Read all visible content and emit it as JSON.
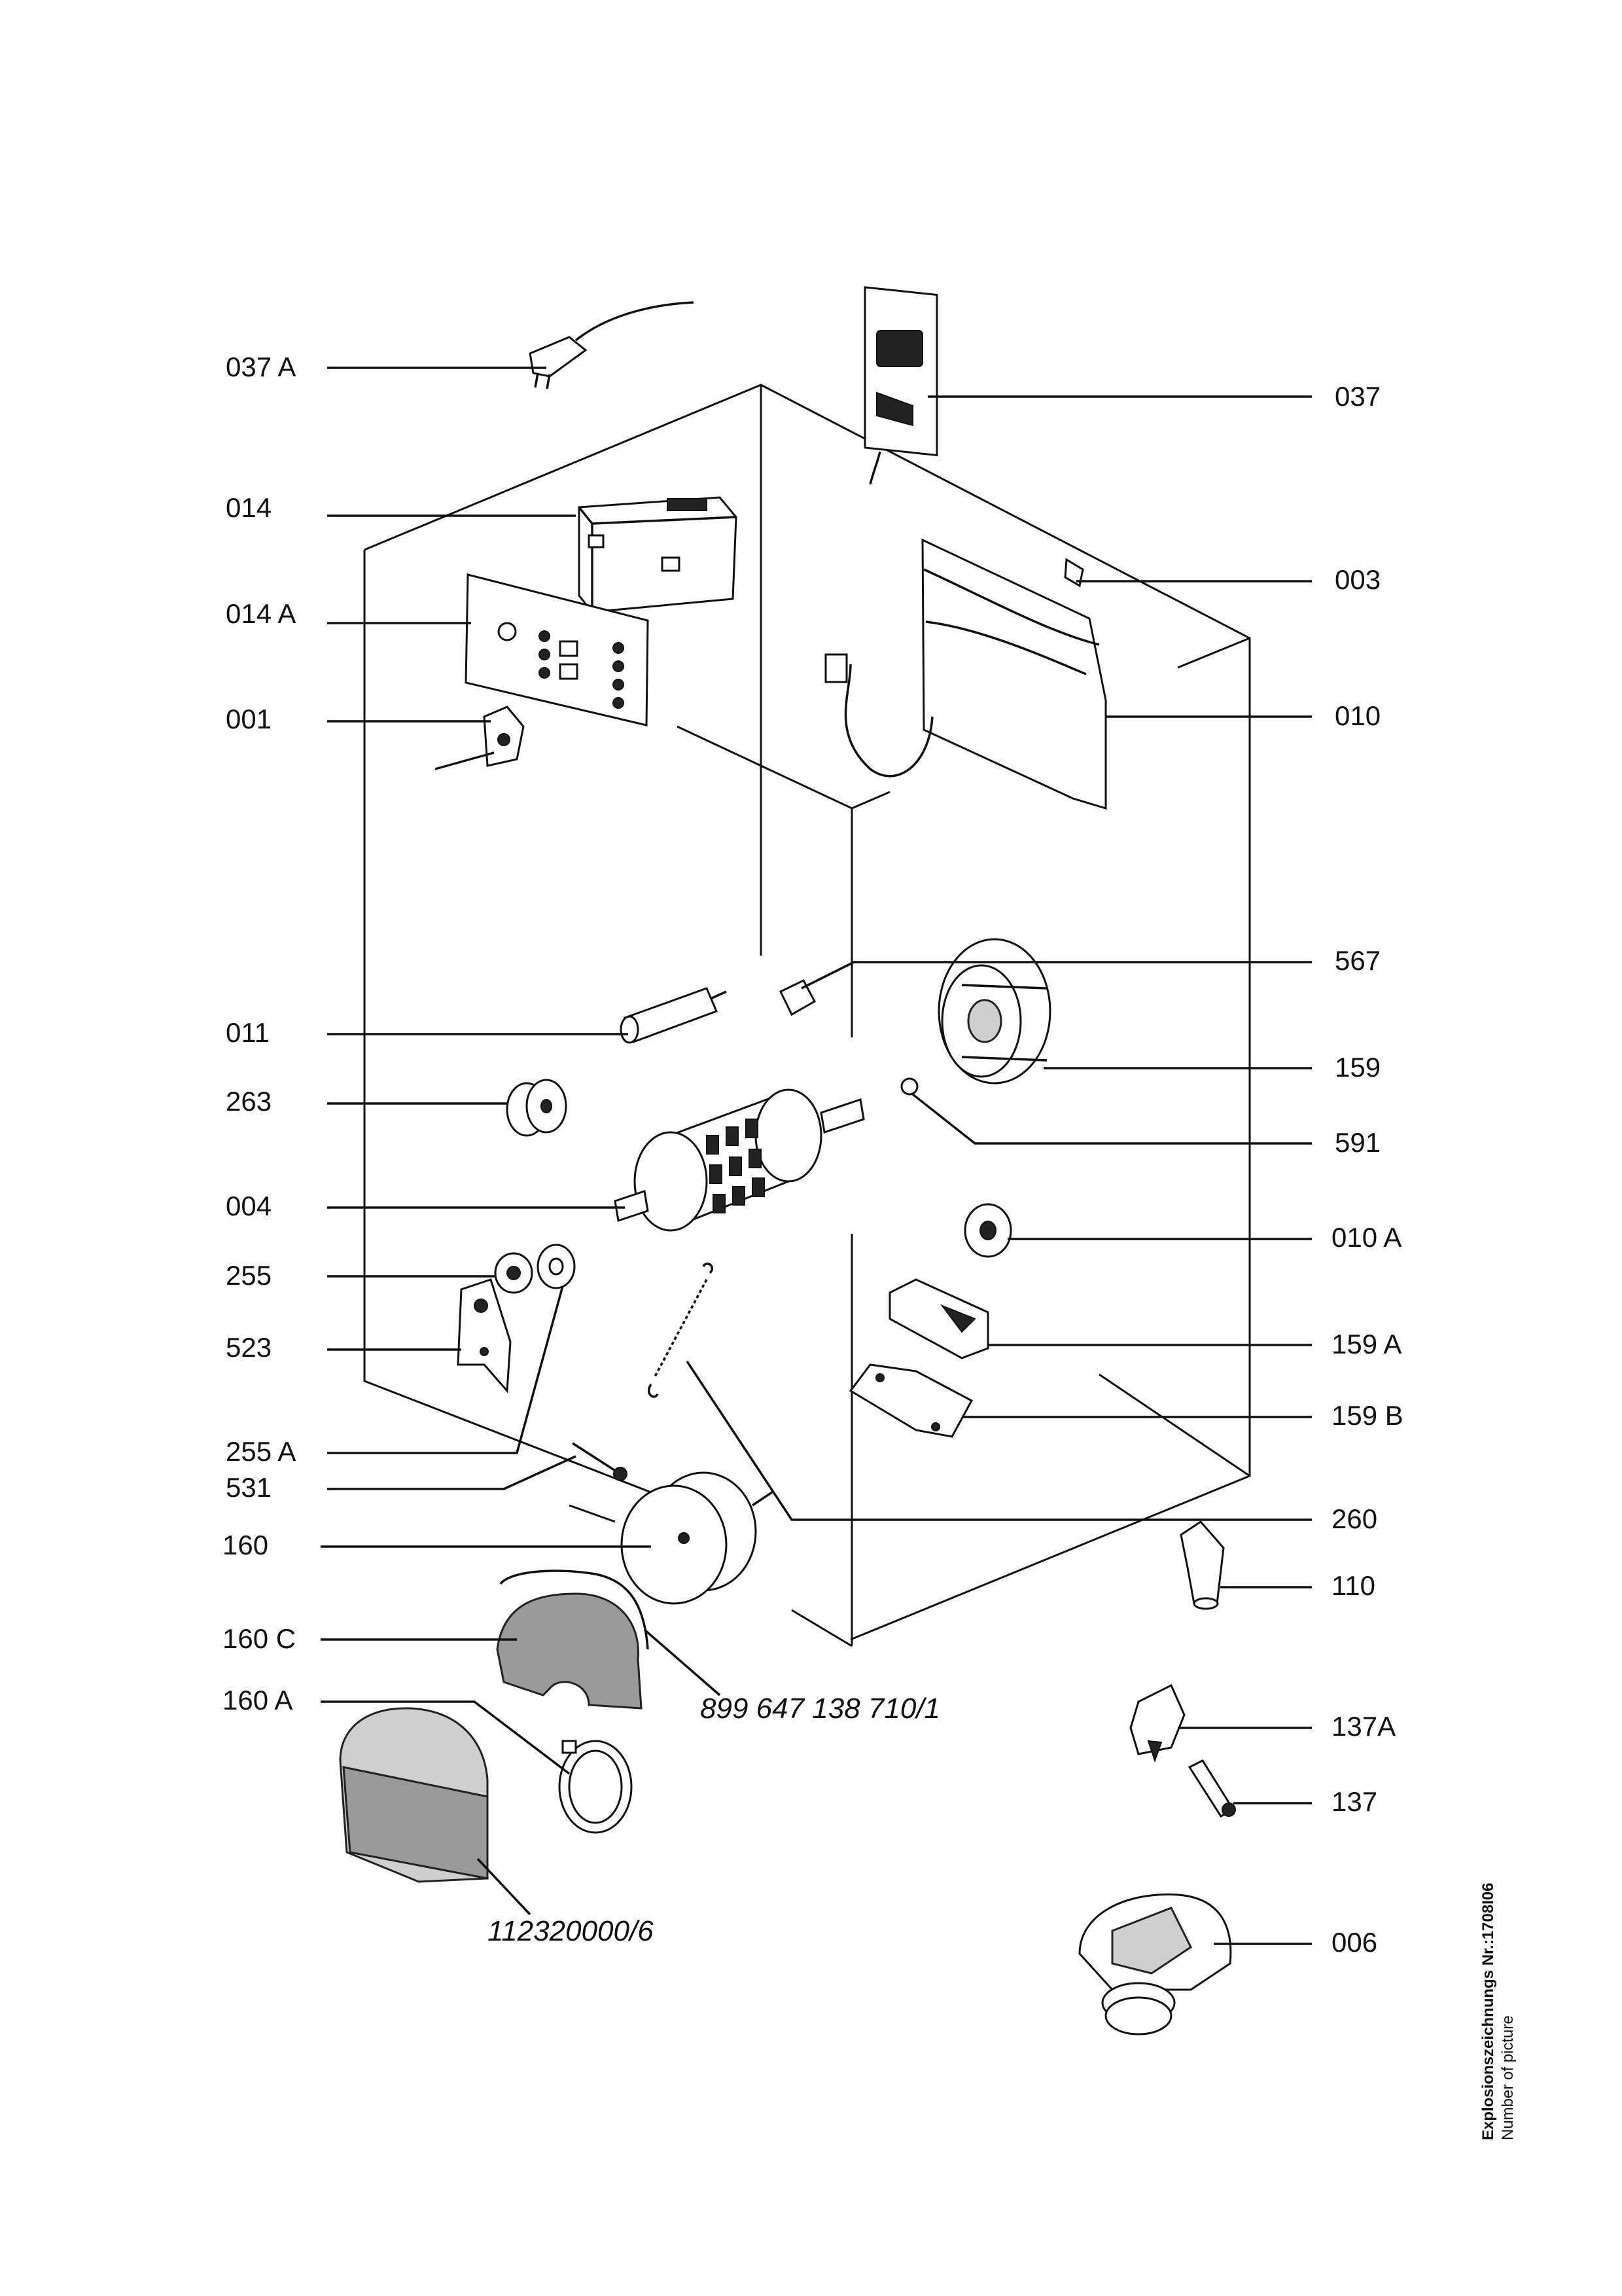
{
  "labels": {
    "l037a": "037 A",
    "l014": "014",
    "l014a": "014 A",
    "l001": "001",
    "l011": "011",
    "l263": "263",
    "l004": "004",
    "l255": "255",
    "l523": "523",
    "l255a": "255 A",
    "l531": "531",
    "l160": "160",
    "l160c": "160 C",
    "l160a": "160 A",
    "r037": "037",
    "r003": "003",
    "r010": "010",
    "r567": "567",
    "r159": "159",
    "r591": "591",
    "r010a": "010 A",
    "r159a": "159 A",
    "r159b": "159 B",
    "r260": "260",
    "r110": "110",
    "r137a": "137A",
    "r137": "137",
    "r006": "006"
  },
  "references": {
    "group_ref": "899 647 138 710/1",
    "filter_ref": "112320000/6"
  },
  "side_note": {
    "line1": "Explosionszeichnungs Nr.:1708I06",
    "line2": "Number of picture"
  }
}
